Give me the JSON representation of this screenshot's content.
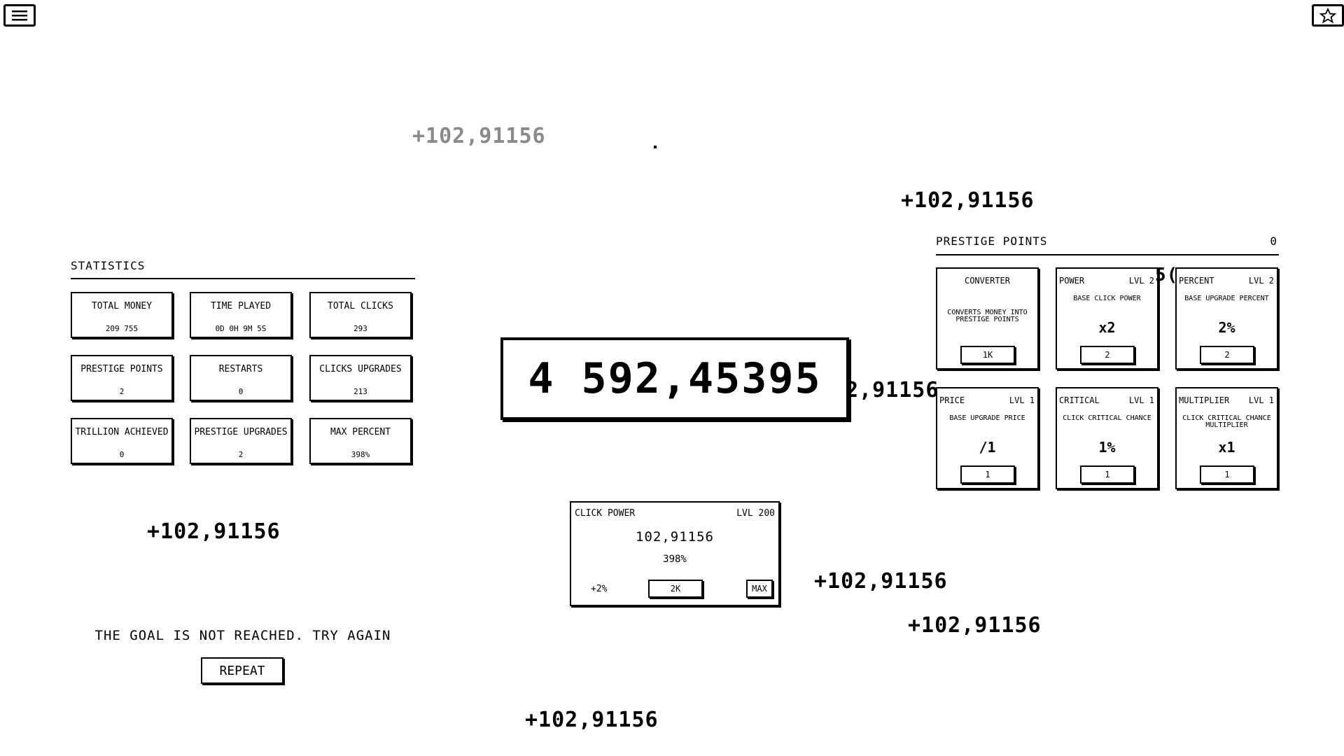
{
  "toolbar": {
    "menu_icon": "hamburger-menu-icon",
    "favorite_icon": "star-icon"
  },
  "floating_gains": {
    "f1": "+102,91156",
    "f2": "+102,91156",
    "f3": "+102,91156",
    "f4": "+102,91156",
    "f5": "+102,91156",
    "f6": "+102,91156",
    "f7": "2,91156",
    "f8": "5("
  },
  "statistics": {
    "title": "STATISTICS",
    "items": [
      {
        "label": "TOTAL MONEY",
        "value": "209 755"
      },
      {
        "label": "TIME PLAYED",
        "value": "0D 0H 9M 5S"
      },
      {
        "label": "TOTAL CLICKS",
        "value": "293"
      },
      {
        "label": "PRESTIGE POINTS",
        "value": "2"
      },
      {
        "label": "RESTARTS",
        "value": "0"
      },
      {
        "label": "CLICKS UPGRADES",
        "value": "213"
      },
      {
        "label": "TRILLION ACHIEVED",
        "value": "0"
      },
      {
        "label": "PRESTIGE UPGRADES",
        "value": "2"
      },
      {
        "label": "MAX PERCENT",
        "value": "398%"
      }
    ]
  },
  "goal": {
    "message": "THE GOAL IS NOT REACHED. TRY AGAIN",
    "repeat_label": "REPEAT"
  },
  "money": {
    "value": "4 592,45395"
  },
  "click_power": {
    "name": "CLICK POWER",
    "level": "LVL 200",
    "value": "102,91156",
    "percent": "398%",
    "step": "+2%",
    "buy_label": "2K",
    "max_label": "MAX"
  },
  "prestige": {
    "title": "PRESTIGE POINTS",
    "count": "0",
    "upgrades": [
      {
        "name": "CONVERTER",
        "level": "",
        "description": "CONVERTS MONEY INTO PRESTIGE POINTS",
        "effect": "",
        "button": "1K"
      },
      {
        "name": "POWER",
        "level": "LVL 2",
        "description": "BASE CLICK POWER",
        "effect": "x2",
        "button": "2"
      },
      {
        "name": "PERCENT",
        "level": "LVL 2",
        "description": "BASE UPGRADE PERCENT",
        "effect": "2%",
        "button": "2"
      },
      {
        "name": "PRICE",
        "level": "LVL 1",
        "description": "BASE UPGRADE PRICE",
        "effect": "/1",
        "button": "1"
      },
      {
        "name": "CRITICAL",
        "level": "LVL 1",
        "description": "CLICK CRITICAL CHANCE",
        "effect": "1%",
        "button": "1"
      },
      {
        "name": "MULTIPLIER",
        "level": "LVL 1",
        "description": "CLICK CRITICAL CHANCE MULTIPLIER",
        "effect": "x1",
        "button": "1"
      }
    ]
  }
}
